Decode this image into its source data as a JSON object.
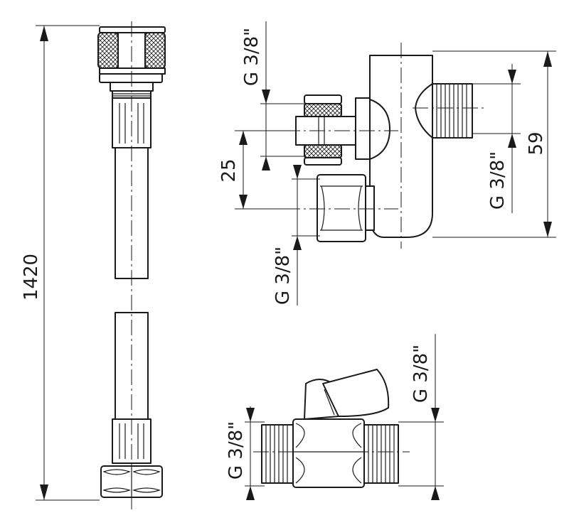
{
  "dimensions": {
    "hose_length": "1420",
    "thread_top_left": "G 3/8\"",
    "offset": "25",
    "thread_bottom_left": "G 3/8\"",
    "thread_right": "G 3/8\"",
    "valve_height": "59",
    "thread_ball_left": "G 3/8\"",
    "thread_ball_right": "G 3/8\""
  }
}
